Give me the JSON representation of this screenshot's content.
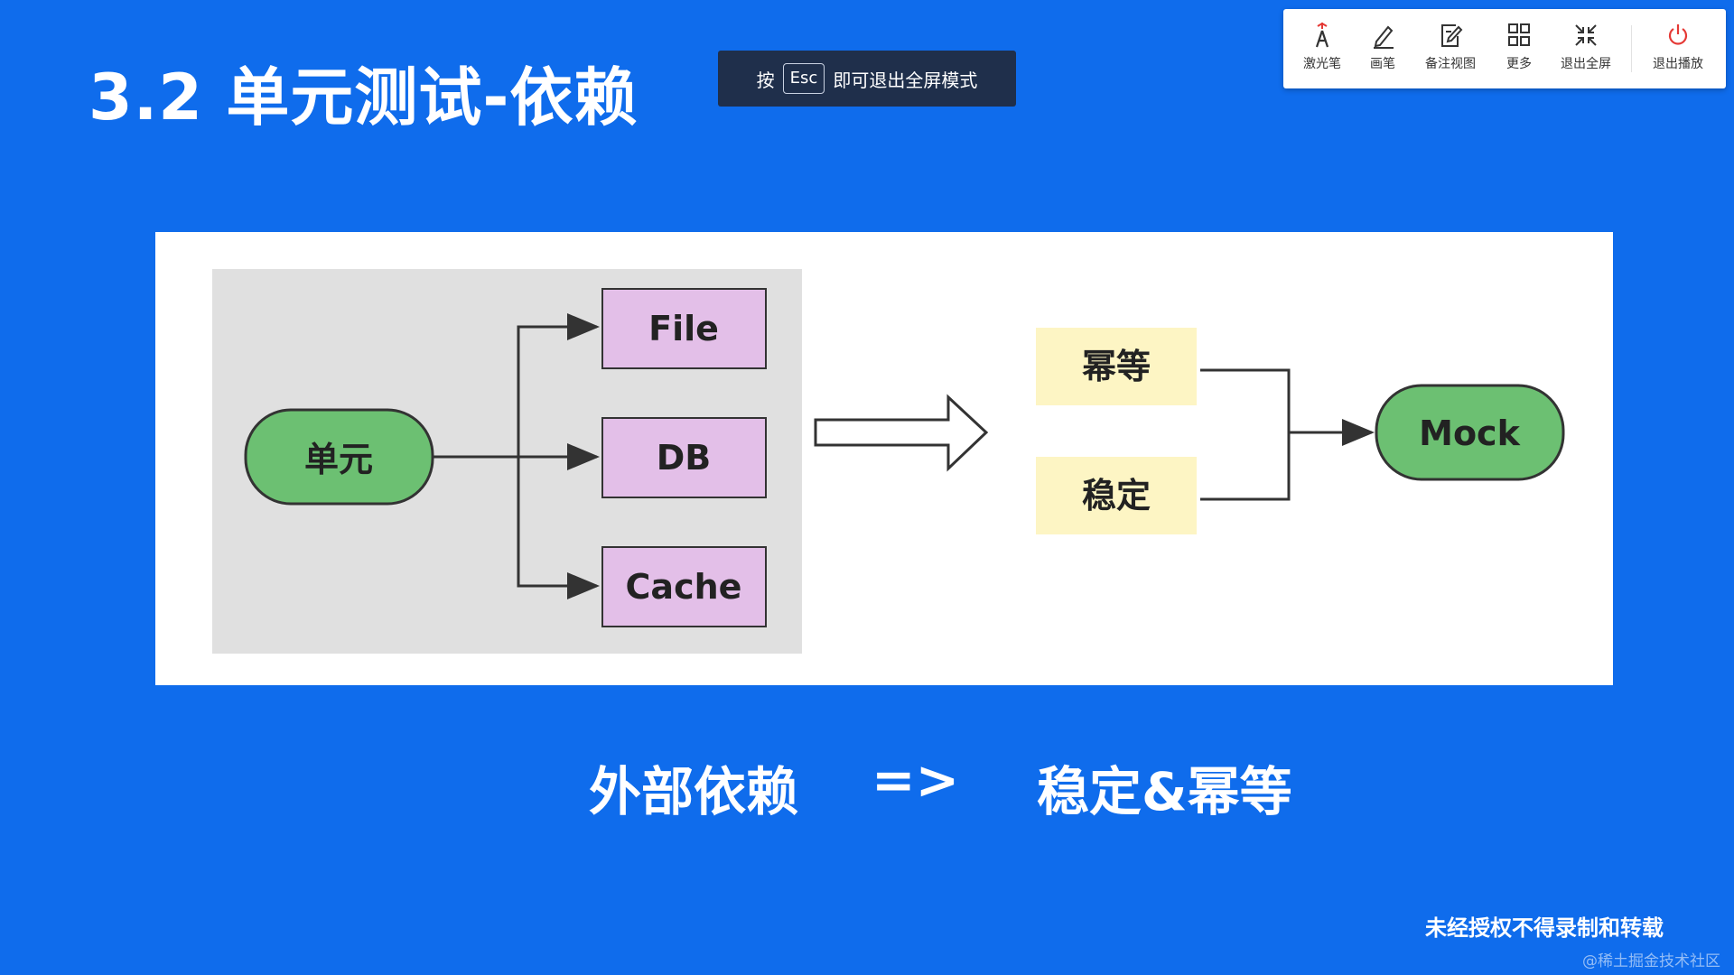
{
  "slide": {
    "title": "3.2 单元测试-依赖",
    "summary": {
      "left": "外部依赖",
      "arrow": "=>",
      "right": "稳定&幂等"
    },
    "copyright_note": "未经授权不得录制和转载",
    "source_watermark": "@稀土掘金技术社区"
  },
  "fullscreen_hint": {
    "prefix": "按",
    "key": "Esc",
    "suffix": "即可退出全屏模式"
  },
  "toolbar": {
    "items": [
      {
        "label": "激光笔",
        "icon": "laser-pointer-icon"
      },
      {
        "label": "画笔",
        "icon": "pen-icon"
      },
      {
        "label": "备注视图",
        "icon": "notes-view-icon"
      },
      {
        "label": "更多",
        "icon": "grid-more-icon"
      },
      {
        "label": "退出全屏",
        "icon": "exit-fullscreen-icon"
      },
      {
        "label": "退出播放",
        "icon": "power-icon"
      }
    ],
    "icon_color": "#333333",
    "power_color": "#e53935"
  },
  "diagram": {
    "unit_node": "单元",
    "dependencies": [
      "File",
      "DB",
      "Cache"
    ],
    "properties": [
      "幂等",
      "稳定"
    ],
    "mock_node": "Mock",
    "colors": {
      "unit_fill": "#6cc072",
      "dependency_fill": "#e3bfe8",
      "property_fill": "#fdf5c4",
      "mock_fill": "#6cc072",
      "group_background": "#e0e0e0"
    }
  }
}
